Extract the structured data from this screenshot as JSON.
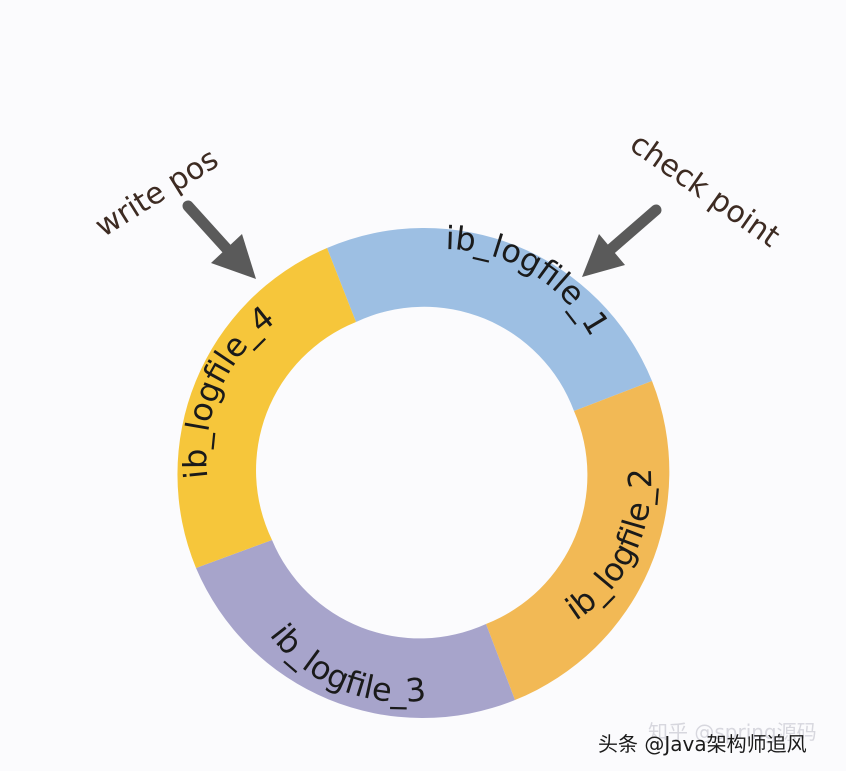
{
  "diagram": {
    "segments": [
      {
        "label": "ib_logfile_1",
        "color": "#9dbfe3"
      },
      {
        "label": "ib_logfile_2",
        "color": "#f2b955"
      },
      {
        "label": "ib_logfile_3",
        "color": "#a7a4cb"
      },
      {
        "label": "ib_logfile_4",
        "color": "#f6c63b"
      }
    ],
    "pointers": {
      "write_pos": {
        "label": "write pos",
        "color": "#5a5a5a"
      },
      "check_point": {
        "label": "check point",
        "color": "#5a5a5a"
      }
    }
  },
  "watermark": {
    "primary": "头条 @Java架构师追风",
    "faint": "知乎 @spring源码"
  }
}
